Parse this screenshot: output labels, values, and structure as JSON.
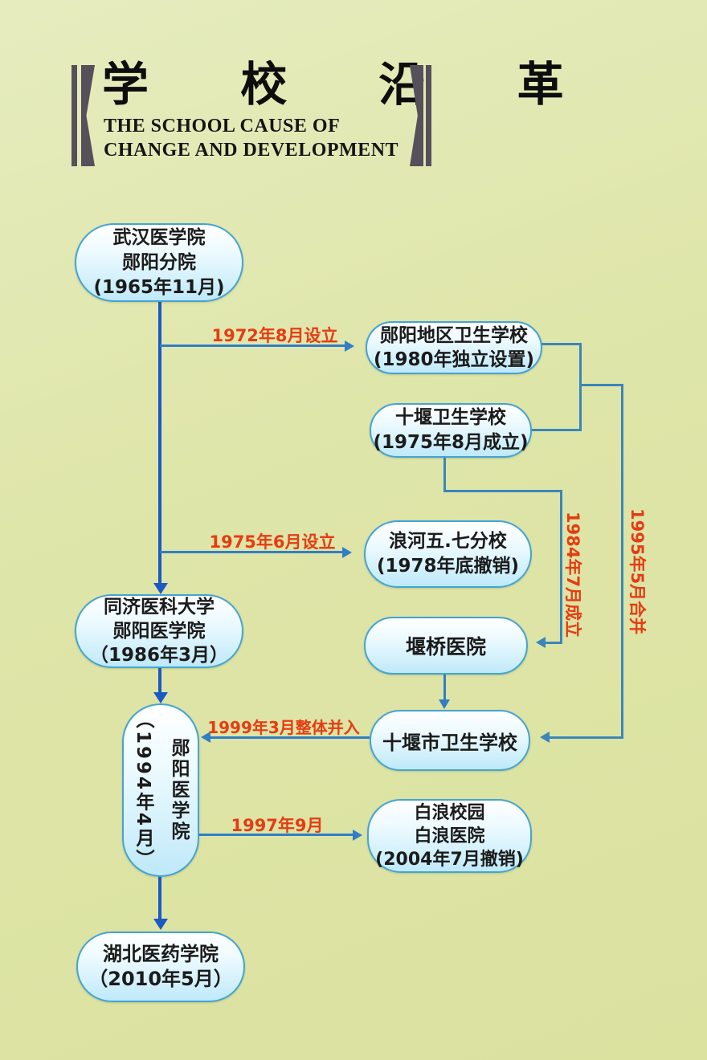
{
  "header": {
    "title": "学 校 沿 革",
    "subtitle_line1": "THE SCHOOL CAUSE OF",
    "subtitle_line2": "CHANGE AND DEVELOPMENT"
  },
  "colors": {
    "background": "#dee5a8",
    "node_border": "#44a3d4",
    "node_fill_top": "#ffffff",
    "node_fill_bottom": "#bfe9f9",
    "main_arrow": "#1c59c4",
    "branch_arrow": "#2f7ec6",
    "elbow_line": "#3a86ba",
    "label_red": "#e63c12",
    "title_bracket": "#55505a"
  },
  "flowchart": {
    "type": "flowchart",
    "nodes": [
      {
        "id": "wuhan-medical-yunyang-branch",
        "lines": [
          "武汉医学院",
          "郧阳分院",
          "(1965年11月)"
        ]
      },
      {
        "id": "yunyang-region-health-school",
        "lines": [
          "郧阳地区卫生学校",
          "(1980年独立设置)"
        ]
      },
      {
        "id": "shiyan-health-school",
        "lines": [
          "十堰卫生学校",
          "(1975年8月成立)"
        ]
      },
      {
        "id": "langhe-five-seven-branch",
        "lines": [
          "浪河五.七分校",
          "(1978年底撤销)"
        ]
      },
      {
        "id": "tongji-yunyang-medical-college",
        "lines": [
          "同济医科大学",
          "郧阳医学院",
          "（1986年3月）"
        ]
      },
      {
        "id": "yanqiao-hospital",
        "lines": [
          "堰桥医院"
        ]
      },
      {
        "id": "shiyan-city-health-school",
        "lines": [
          "十堰市卫生学校"
        ]
      },
      {
        "id": "yunyang-medical-college",
        "lines": [
          "郧阳医学院",
          "（1994年4月）"
        ]
      },
      {
        "id": "bailang-campus-hospital",
        "lines": [
          "白浪校园",
          "白浪医院",
          "(2004年7月撤销)"
        ]
      },
      {
        "id": "hubei-university-of-medicine",
        "lines": [
          "湖北医药学院",
          "（2010年5月）"
        ]
      }
    ],
    "edge_labels": [
      {
        "id": "established-1972",
        "text": "1972年8月设立"
      },
      {
        "id": "established-1975",
        "text": "1975年6月设立"
      },
      {
        "id": "established-1984",
        "text": "1984年7月成立"
      },
      {
        "id": "merged-1995",
        "text": "1995年5月合并"
      },
      {
        "id": "merged-1999",
        "text": "1999年3月整体并入"
      },
      {
        "id": "moved-1997",
        "text": "1997年9月"
      }
    ]
  }
}
